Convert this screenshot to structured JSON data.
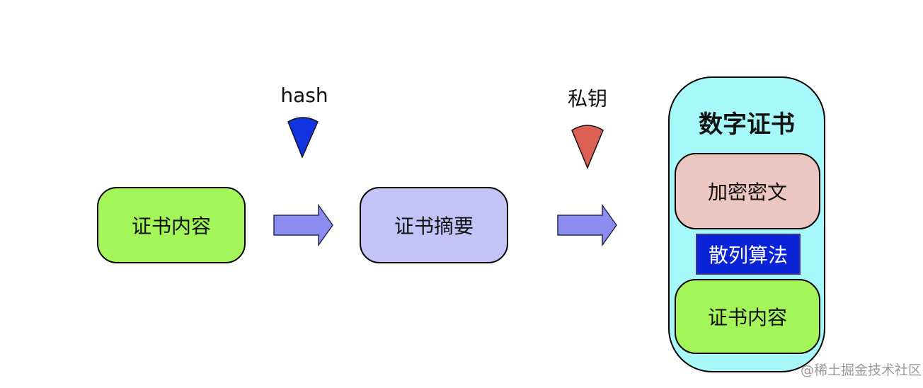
{
  "colors": {
    "green": "#a3f55a",
    "lavender": "#c3c3f7",
    "cyan": "#a6f8f9",
    "pink": "#ecc6c1",
    "blue_box": "#0a23d6",
    "arrow": "#8a8cef",
    "hash_wedge": "#1133e0",
    "key_wedge": "#d96052"
  },
  "labels": {
    "source_box": "证书内容",
    "digest_box": "证书摘要",
    "hash_label": "hash",
    "key_label": "私钥",
    "cert_title": "数字证书",
    "encrypted_box": "加密密文",
    "hash_alg_box": "散列算法",
    "cert_content_box": "证书内容"
  },
  "icons": {
    "arrow1": "right-arrow-icon",
    "arrow2": "right-arrow-icon",
    "hash_wedge": "wedge-marker-icon",
    "key_wedge": "wedge-marker-icon"
  },
  "watermark": "@稀土掘金技术社区"
}
